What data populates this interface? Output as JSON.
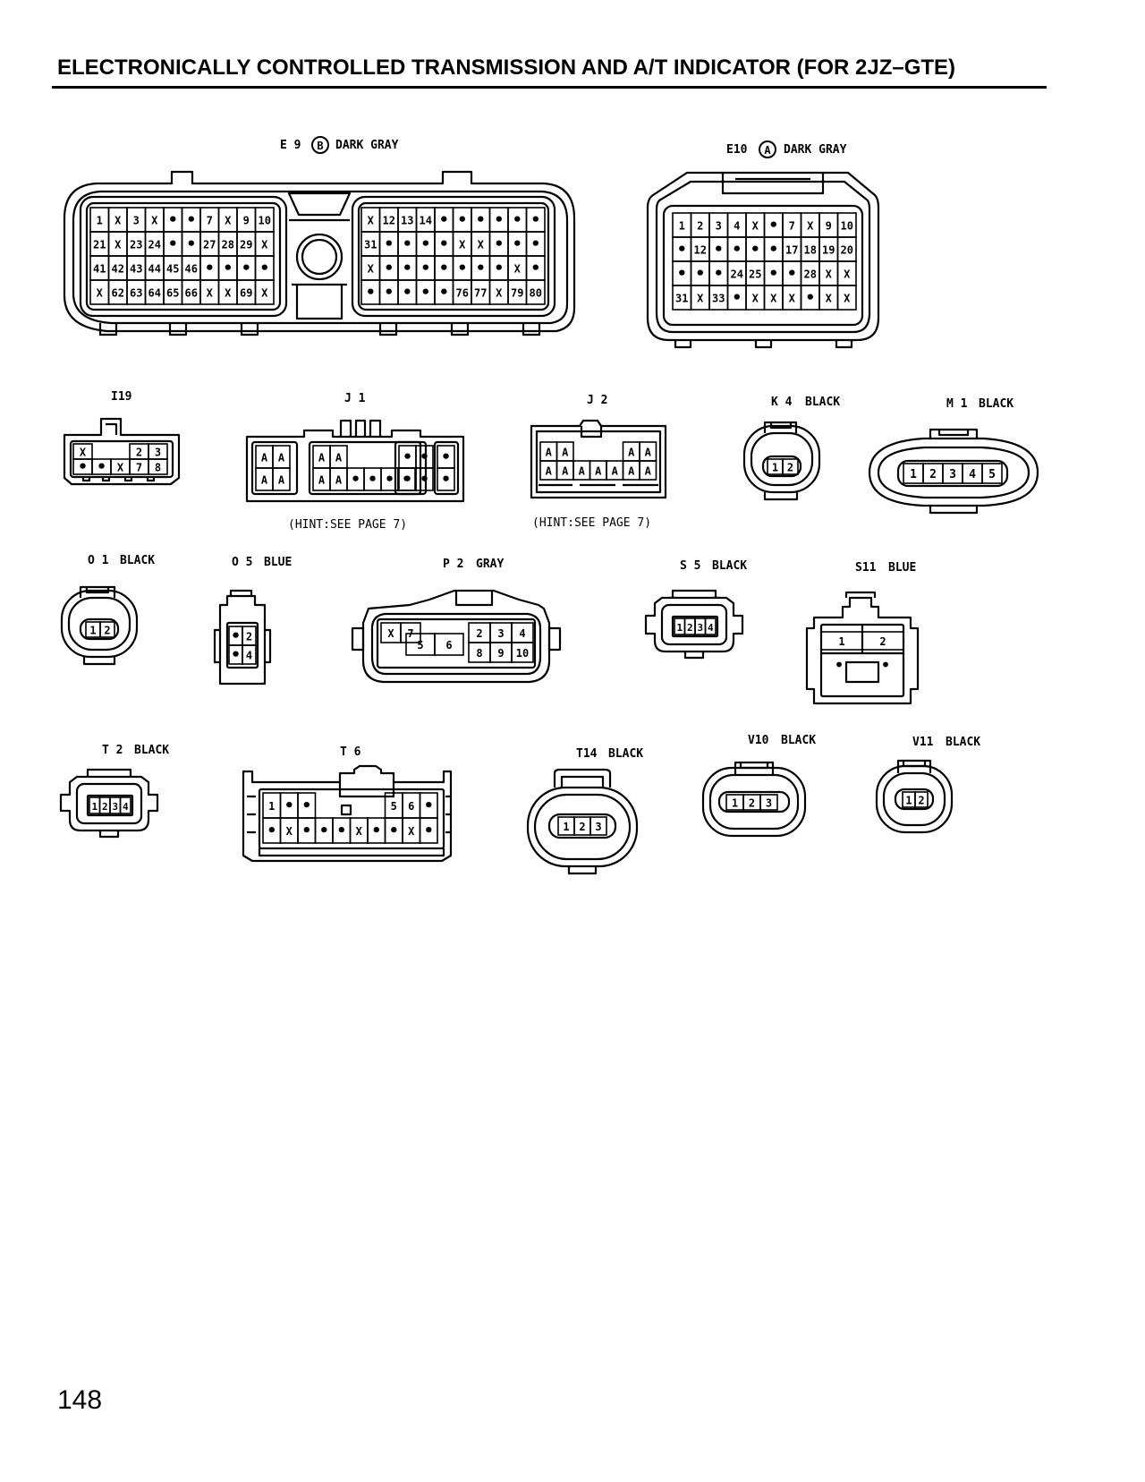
{
  "title": "ELECTRONICALLY CONTROLLED TRANSMISSION AND A/T INDICATOR (FOR 2JZ–GTE)",
  "page_number": "148",
  "hint_text": "(HINT:SEE PAGE 7)",
  "connectors": {
    "E9": {
      "id": "E 9",
      "mark": "B",
      "color": "DARK GRAY",
      "left_rows": [
        [
          "1",
          "X",
          "3",
          "X",
          "•",
          "•",
          "7",
          "X",
          "9",
          "10"
        ],
        [
          "21",
          "X",
          "23",
          "24",
          "•",
          "•",
          "27",
          "28",
          "29",
          "X"
        ],
        [
          "41",
          "42",
          "43",
          "44",
          "45",
          "46",
          "•",
          "•",
          "•",
          "•"
        ],
        [
          "X",
          "62",
          "63",
          "64",
          "65",
          "66",
          "X",
          "X",
          "69",
          "X"
        ]
      ],
      "right_rows": [
        [
          "X",
          "12",
          "13",
          "14",
          "•",
          "•",
          "•",
          "•",
          "•",
          "•"
        ],
        [
          "31",
          "•",
          "•",
          "•",
          "•",
          "X",
          "X",
          "•",
          "•",
          "•"
        ],
        [
          "X",
          "•",
          "•",
          "•",
          "•",
          "•",
          "•",
          "•",
          "X",
          "•"
        ],
        [
          "•",
          "•",
          "•",
          "•",
          "•",
          "76",
          "77",
          "X",
          "79",
          "80"
        ]
      ]
    },
    "E10": {
      "id": "E10",
      "mark": "A",
      "color": "DARK GRAY",
      "rows": [
        [
          "1",
          "2",
          "3",
          "4",
          "X",
          "•",
          "7",
          "X",
          "9",
          "10"
        ],
        [
          "•",
          "12",
          "•",
          "•",
          "•",
          "•",
          "17",
          "18",
          "19",
          "20"
        ],
        [
          "•",
          "•",
          "•",
          "24",
          "25",
          "•",
          "•",
          "28",
          "X",
          "X"
        ],
        [
          "31",
          "X",
          "33",
          "•",
          "X",
          "X",
          "X",
          "•",
          "X",
          "X"
        ]
      ]
    },
    "I19": {
      "id": "I19",
      "color": "",
      "rows": [
        [
          "X",
          "",
          "",
          "2",
          "3"
        ],
        [
          "•",
          "•",
          "X",
          "7",
          "8"
        ]
      ]
    },
    "J1": {
      "id": "J 1",
      "color": "",
      "groups": [
        [
          [
            "A",
            "A"
          ],
          [
            "A",
            "A"
          ]
        ],
        [
          [
            "A",
            "A",
            "",
            "",
            "",
            ""
          ],
          [
            "A",
            "A",
            "•",
            "•",
            "•",
            "•"
          ]
        ],
        [
          [
            "•",
            "•"
          ],
          [
            "•",
            "•"
          ]
        ],
        [
          [
            "•"
          ],
          [
            "•"
          ]
        ]
      ]
    },
    "J2": {
      "id": "J 2",
      "color": "",
      "rows": [
        [
          "A",
          "A",
          "",
          "",
          "",
          "A",
          "A"
        ],
        [
          "A",
          "A",
          "A",
          "A",
          "A",
          "A",
          "A"
        ]
      ]
    },
    "K4": {
      "id": "K 4",
      "color": "BLACK",
      "pins": [
        "1",
        "2"
      ]
    },
    "M1": {
      "id": "M 1",
      "color": "BLACK",
      "pins": [
        "1",
        "2",
        "3",
        "4",
        "5"
      ]
    },
    "O1": {
      "id": "O 1",
      "color": "BLACK",
      "pins": [
        "1",
        "2"
      ]
    },
    "O5": {
      "id": "O 5",
      "color": "BLUE",
      "rows": [
        [
          "•",
          "2"
        ],
        [
          "•",
          "4"
        ]
      ]
    },
    "P2": {
      "id": "P 2",
      "color": "GRAY",
      "left": [
        "X",
        "7"
      ],
      "middle": [
        "5",
        "6"
      ],
      "right_rows": [
        [
          "2",
          "3",
          "4"
        ],
        [
          "8",
          "9",
          "10"
        ]
      ]
    },
    "S5": {
      "id": "S 5",
      "color": "BLACK",
      "pins": [
        "1",
        "2",
        "3",
        "4"
      ]
    },
    "S11": {
      "id": "S11",
      "color": "BLUE",
      "pins": [
        "1",
        "2",
        "•",
        "•"
      ]
    },
    "T2": {
      "id": "T 2",
      "color": "BLACK",
      "pins": [
        "1",
        "2",
        "3",
        "4"
      ]
    },
    "T6": {
      "id": "T 6",
      "color": "",
      "rows": [
        [
          "1",
          "•",
          "•",
          "",
          "",
          "",
          "",
          "5",
          "6",
          "•"
        ],
        [
          "•",
          "X",
          "•",
          "•",
          "•",
          "X",
          "•",
          "•",
          "X",
          "•"
        ]
      ]
    },
    "T14": {
      "id": "T14",
      "color": "BLACK",
      "pins": [
        "1",
        "2",
        "3"
      ]
    },
    "V10": {
      "id": "V10",
      "color": "BLACK",
      "pins": [
        "1",
        "2",
        "3"
      ]
    },
    "V11": {
      "id": "V11",
      "color": "BLACK",
      "pins": [
        "1",
        "2"
      ]
    }
  }
}
